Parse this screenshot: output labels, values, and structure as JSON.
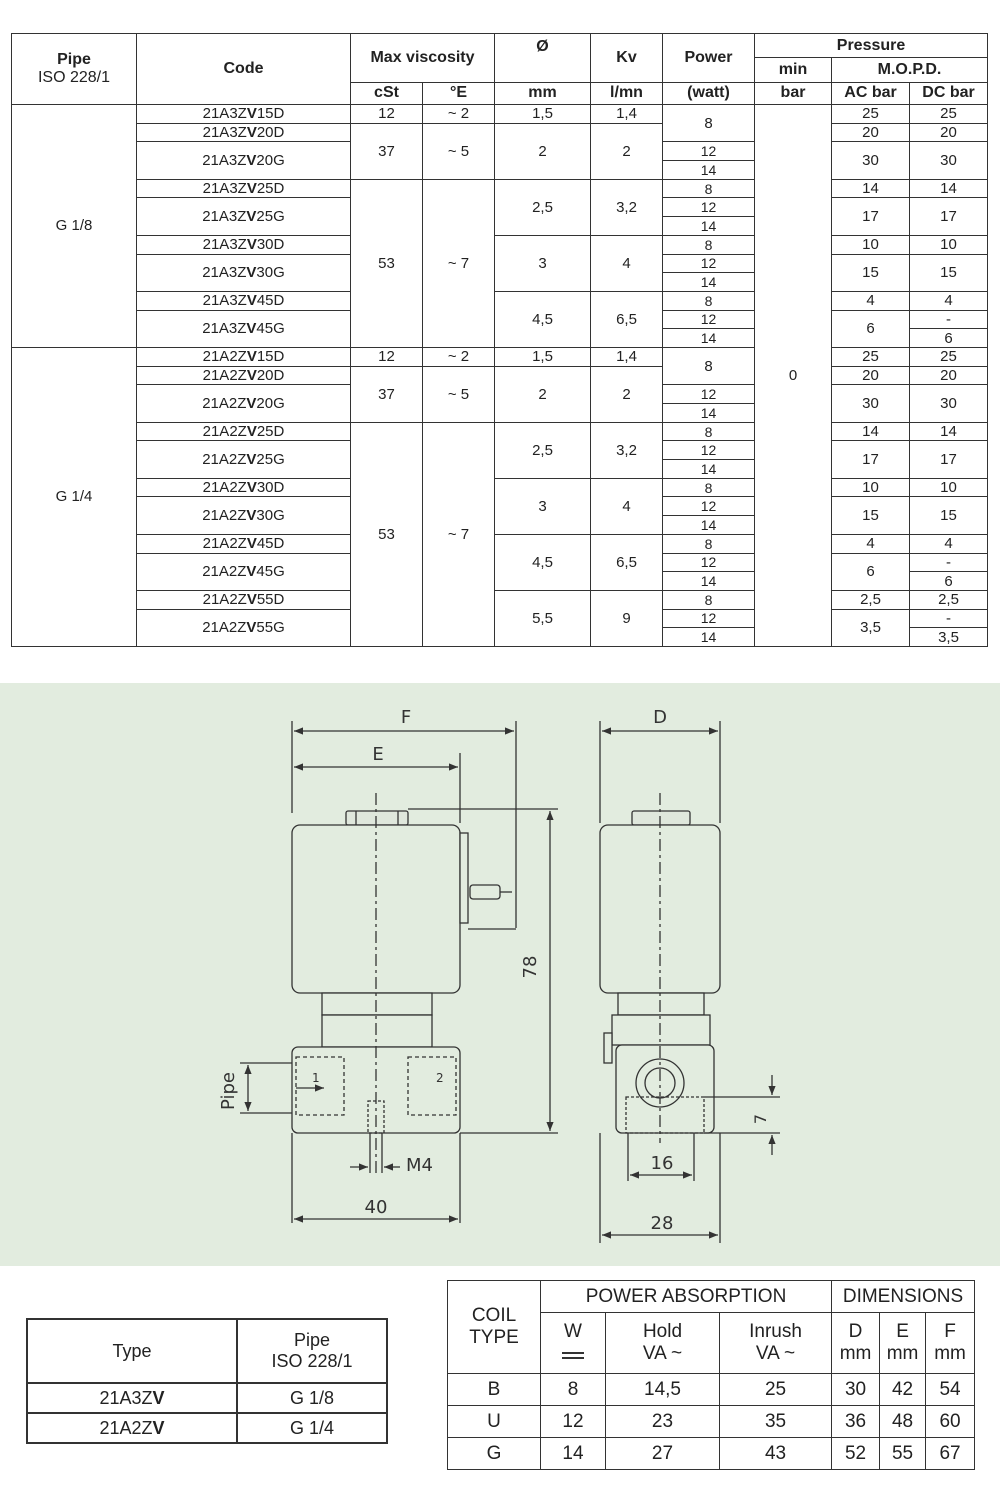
{
  "spec_table": {
    "headers": {
      "pipe": "Pipe",
      "pipe_sub": "ISO 228/1",
      "code": "Code",
      "max_viscosity": "Max viscosity",
      "cst": "cSt",
      "deg_e": "°E",
      "dia": "Ø",
      "mm": "mm",
      "kv": "Kv",
      "lmn": "l/mn",
      "power": "Power",
      "watt": "(watt)",
      "pressure": "Pressure",
      "min": "min",
      "bar": "bar",
      "mopd": "M.O.P.D.",
      "ac_bar": "AC bar",
      "dc_bar": "DC bar"
    },
    "min_bar_value": "0",
    "groups": [
      {
        "pipe": "G 1/8",
        "rows": [
          {
            "code_pre": "21A3Z",
            "code_mid": "V",
            "code_post": "15D"
          },
          {
            "code_pre": "21A3Z",
            "code_mid": "V",
            "code_post": "20D"
          },
          {
            "code_pre": "21A3Z",
            "code_mid": "V",
            "code_post": "20G"
          },
          {
            "code_pre": "21A3Z",
            "code_mid": "V",
            "code_post": "25D"
          },
          {
            "code_pre": "21A3Z",
            "code_mid": "V",
            "code_post": "25G"
          },
          {
            "code_pre": "21A3Z",
            "code_mid": "V",
            "code_post": "30D"
          },
          {
            "code_pre": "21A3Z",
            "code_mid": "V",
            "code_post": "30G"
          },
          {
            "code_pre": "21A3Z",
            "code_mid": "V",
            "code_post": "45D"
          },
          {
            "code_pre": "21A3Z",
            "code_mid": "V",
            "code_post": "45G"
          }
        ],
        "cells": {
          "cst": [
            "12",
            "37",
            "53"
          ],
          "deg_e": [
            "~ 2",
            "~ 5",
            "~ 7"
          ],
          "dia": [
            "1,5",
            "2",
            "2,5",
            "3",
            "4,5"
          ],
          "kv": [
            "1,4",
            "2",
            "3,2",
            "4",
            "6,5"
          ],
          "power": [
            "8",
            "12",
            "14",
            "8",
            "12",
            "14",
            "8",
            "12",
            "14",
            "8",
            "12",
            "14"
          ],
          "ac": [
            "25",
            "20",
            "30",
            "14",
            "17",
            "10",
            "15",
            "4",
            "6"
          ],
          "dc": [
            "25",
            "20",
            "30",
            "14",
            "17",
            "10",
            "15",
            "4",
            "-",
            "6"
          ]
        }
      },
      {
        "pipe": "G 1/4",
        "rows": [
          {
            "code_pre": "21A2Z",
            "code_mid": "V",
            "code_post": "15D"
          },
          {
            "code_pre": "21A2Z",
            "code_mid": "V",
            "code_post": "20D"
          },
          {
            "code_pre": "21A2Z",
            "code_mid": "V",
            "code_post": "20G"
          },
          {
            "code_pre": "21A2Z",
            "code_mid": "V",
            "code_post": "25D"
          },
          {
            "code_pre": "21A2Z",
            "code_mid": "V",
            "code_post": "25G"
          },
          {
            "code_pre": "21A2Z",
            "code_mid": "V",
            "code_post": "30D"
          },
          {
            "code_pre": "21A2Z",
            "code_mid": "V",
            "code_post": "30G"
          },
          {
            "code_pre": "21A2Z",
            "code_mid": "V",
            "code_post": "45D"
          },
          {
            "code_pre": "21A2Z",
            "code_mid": "V",
            "code_post": "45G"
          },
          {
            "code_pre": "21A2Z",
            "code_mid": "V",
            "code_post": "55D"
          },
          {
            "code_pre": "21A2Z",
            "code_mid": "V",
            "code_post": "55G"
          }
        ],
        "cells": {
          "cst": [
            "12",
            "37",
            "53"
          ],
          "deg_e": [
            "~ 2",
            "~ 5",
            "~ 7"
          ],
          "dia": [
            "1,5",
            "2",
            "2,5",
            "3",
            "4,5",
            "5,5"
          ],
          "kv": [
            "1,4",
            "2",
            "3,2",
            "4",
            "6,5",
            "9"
          ],
          "power": [
            "8",
            "12",
            "14",
            "8",
            "12",
            "14",
            "8",
            "12",
            "14",
            "8",
            "12",
            "14",
            "8",
            "12",
            "14"
          ],
          "ac": [
            "25",
            "20",
            "30",
            "14",
            "17",
            "10",
            "15",
            "4",
            "6",
            "2,5",
            "3,5"
          ],
          "dc": [
            "25",
            "20",
            "30",
            "14",
            "17",
            "10",
            "15",
            "4",
            "-",
            "6",
            "2,5",
            "-",
            "3,5"
          ]
        }
      }
    ]
  },
  "drawing": {
    "label_F": "F",
    "label_E": "E",
    "label_D": "D",
    "label_78": "78",
    "label_pipe": "Pipe",
    "label_1": "1",
    "label_2": "2",
    "label_M4": "M4",
    "label_40": "40",
    "label_16": "16",
    "label_7": "7",
    "label_28": "28",
    "background_color": "#e2ecdf"
  },
  "type_table": {
    "header_type": "Type",
    "header_pipe": "Pipe",
    "header_pipe_sub": "ISO 228/1",
    "rows": [
      {
        "type_pre": "21A3Z",
        "type_mid": "V",
        "pipe": "G 1/8"
      },
      {
        "type_pre": "21A2Z",
        "type_mid": "V",
        "pipe": "G 1/4"
      }
    ]
  },
  "coil_table": {
    "coil": "COIL",
    "type": "TYPE",
    "power_absorption": "POWER ABSORPTION",
    "dimensions": "DIMENSIONS",
    "w": "W",
    "hold": "Hold",
    "inrush": "Inrush",
    "va": "VA ~",
    "d": "D",
    "e": "E",
    "f": "F",
    "mm": "mm",
    "rows": [
      {
        "type": "B",
        "w": "8",
        "hold": "14,5",
        "inrush": "25",
        "d": "30",
        "e": "42",
        "f": "54"
      },
      {
        "type": "U",
        "w": "12",
        "hold": "23",
        "inrush": "35",
        "d": "36",
        "e": "48",
        "f": "60"
      },
      {
        "type": "G",
        "w": "14",
        "hold": "27",
        "inrush": "43",
        "d": "52",
        "e": "55",
        "f": "67"
      }
    ]
  }
}
